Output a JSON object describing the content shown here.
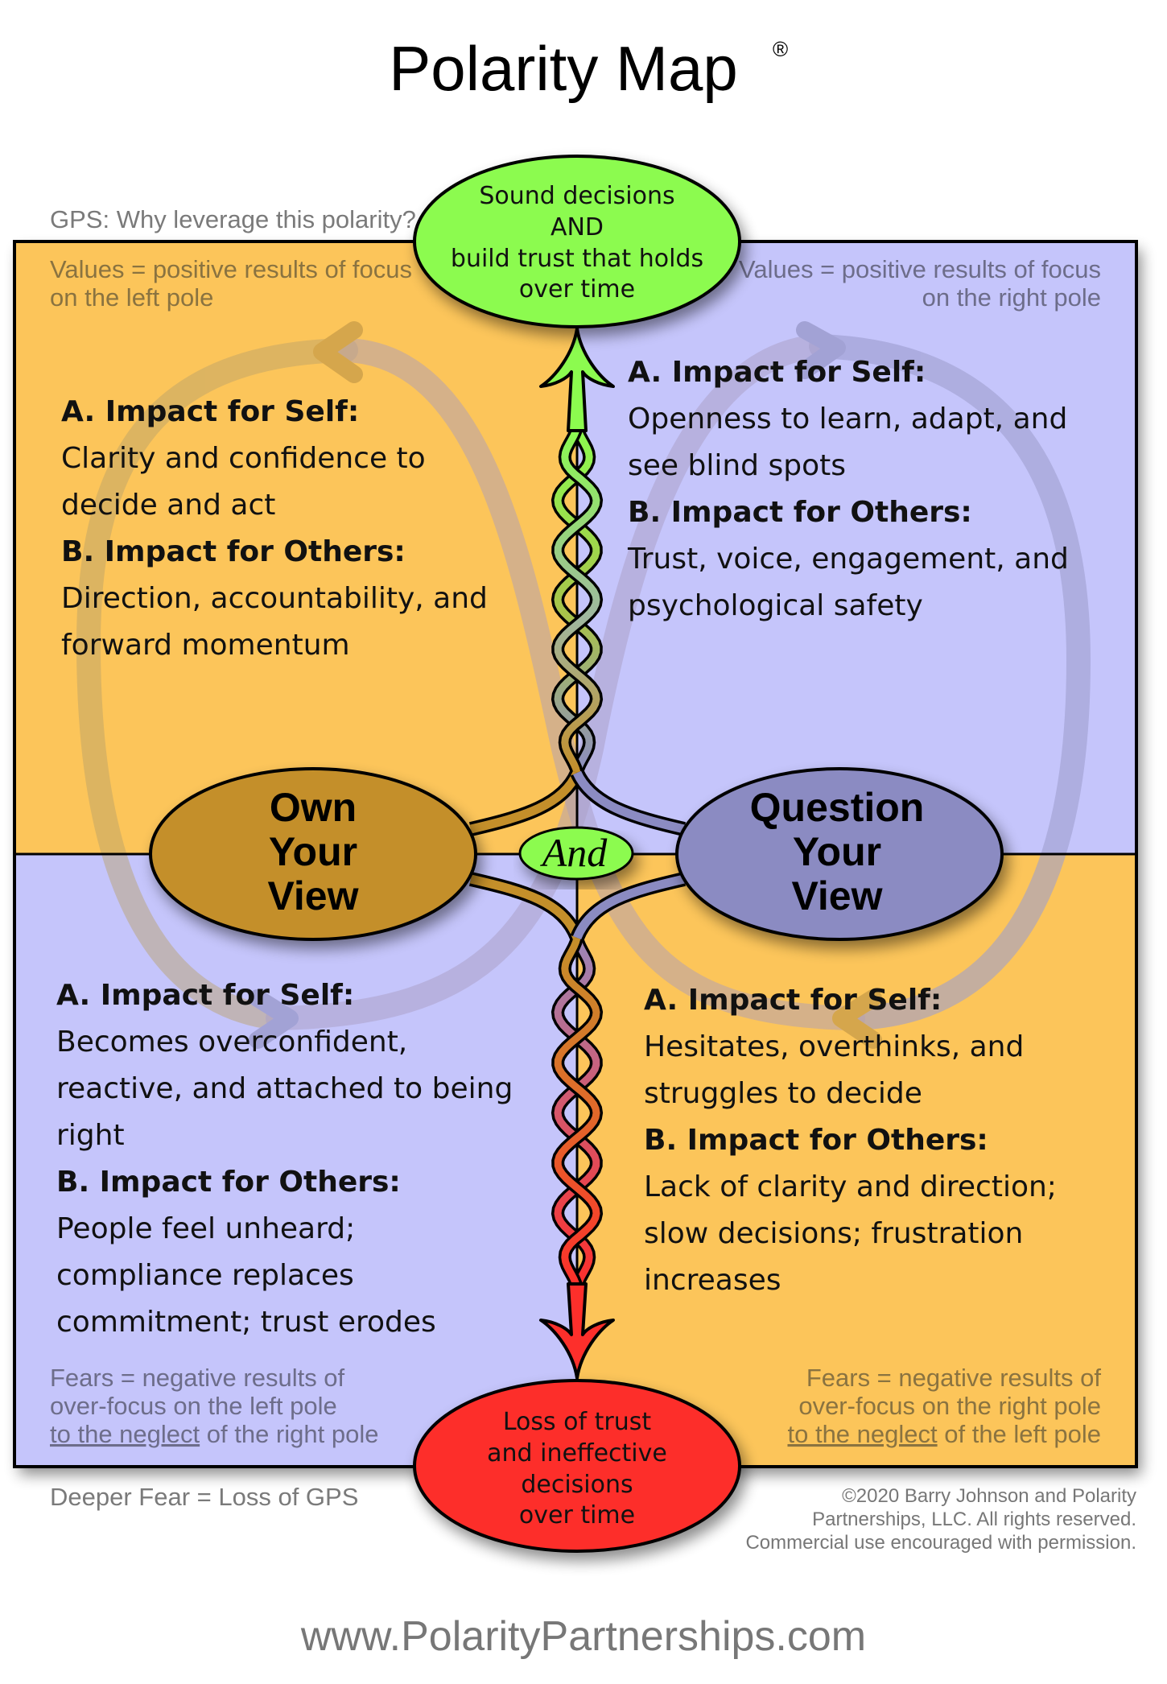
{
  "title": {
    "text": "Polarity Map",
    "mark": "®"
  },
  "gps": {
    "question": "GPS: Why leverage this polarity?",
    "text_lines": [
      "Sound decisions",
      "AND",
      "build trust that holds",
      "over time"
    ],
    "color": "#8cfb4f"
  },
  "deeper_fear": {
    "label": "Deeper Fear = Loss of GPS",
    "text_lines": [
      "Loss of trust",
      "and ineffective",
      "decisions",
      "over time"
    ],
    "color": "#fd2f2b"
  },
  "poles": {
    "left": {
      "lines": [
        "Own",
        "Your",
        "View"
      ],
      "color": "#c48f2a"
    },
    "right": {
      "lines": [
        "Question",
        "Your",
        "View"
      ],
      "color": "#8b8bc2"
    },
    "connector": "And"
  },
  "colors": {
    "warm_quadrant": "#fcc55a",
    "cool_quadrant": "#c5c5fb",
    "warm_loop": "#cfa14a",
    "cool_loop": "#9d9dcf"
  },
  "quadrants": {
    "upper_left": {
      "note_lines": [
        "Values = positive results of focus",
        "on the left pole"
      ],
      "self_heading": "A. Impact for Self:",
      "self_lines": [
        "Clarity and confidence to",
        "decide and act"
      ],
      "others_heading": "B. Impact for Others:",
      "others_lines": [
        "Direction, accountability, and",
        "forward momentum"
      ]
    },
    "upper_right": {
      "note_lines": [
        "Values = positive results of focus",
        "on the right pole"
      ],
      "self_heading": "A. Impact for Self:",
      "self_lines": [
        "Openness to learn, adapt, and",
        "see blind spots"
      ],
      "others_heading": "B. Impact for Others:",
      "others_lines": [
        "Trust, voice, engagement, and",
        "psychological safety"
      ]
    },
    "lower_left": {
      "note_lines": [
        "Fears = negative results of",
        "over-focus on the left pole"
      ],
      "note_underlined": "to the neglect",
      "note_tail": " of the right pole",
      "self_heading": "A. Impact for Self:",
      "self_lines": [
        "Becomes overconfident,",
        "reactive, and attached to being",
        "right"
      ],
      "others_heading": "B. Impact for Others:",
      "others_lines": [
        "People feel unheard;",
        "compliance replaces",
        "commitment; trust erodes"
      ]
    },
    "lower_right": {
      "note_lines": [
        "Fears = negative results of",
        "over-focus on the right pole"
      ],
      "note_underlined": "to the neglect",
      "note_tail": " of the left pole",
      "self_heading": "A. Impact for Self:",
      "self_lines": [
        "Hesitates, overthinks, and",
        "struggles to decide"
      ],
      "others_heading": "B. Impact for Others:",
      "others_lines": [
        "Lack of clarity and direction;",
        "slow decisions; frustration",
        "increases"
      ]
    }
  },
  "copyright_lines": [
    "©2020 Barry Johnson and Polarity",
    "Partnerships, LLC. All rights reserved.",
    "Commercial use encouraged with permission."
  ],
  "website": "www.PolarityPartnerships.com"
}
